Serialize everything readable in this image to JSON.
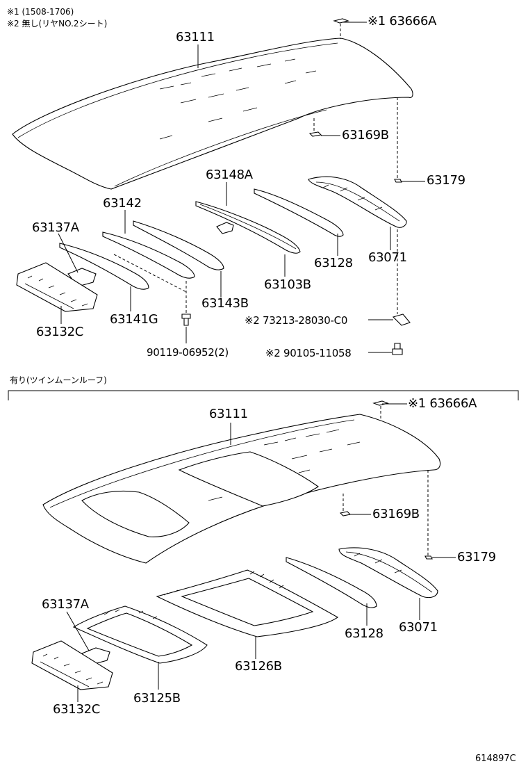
{
  "notes": {
    "note1": "※1 (1508-1706)",
    "note2": "※2 無し(リヤNO.2シート)"
  },
  "section2_header": "有り(ツインムーンルーフ)",
  "top": {
    "p63666A": "※1 63666A",
    "p63111": "63111",
    "p63169B": "63169B",
    "p63179": "63179",
    "p63148A": "63148A",
    "p63142": "63142",
    "p63137A": "63137A",
    "p63128": "63128",
    "p63071": "63071",
    "p63103B": "63103B",
    "p63143B": "63143B",
    "p63141G": "63141G",
    "p63132C": "63132C",
    "p73213": "※2 73213-28030-C0",
    "p90119": "90119-06952(2)",
    "p90105": "※2 90105-11058"
  },
  "bottom": {
    "p63666A": "※1 63666A",
    "p63111": "63111",
    "p63169B": "63169B",
    "p63179": "63179",
    "p63137A": "63137A",
    "p63128": "63128",
    "p63071": "63071",
    "p63126B": "63126B",
    "p63132C": "63132C",
    "p63125B": "63125B"
  },
  "diagram_code": "614897C"
}
